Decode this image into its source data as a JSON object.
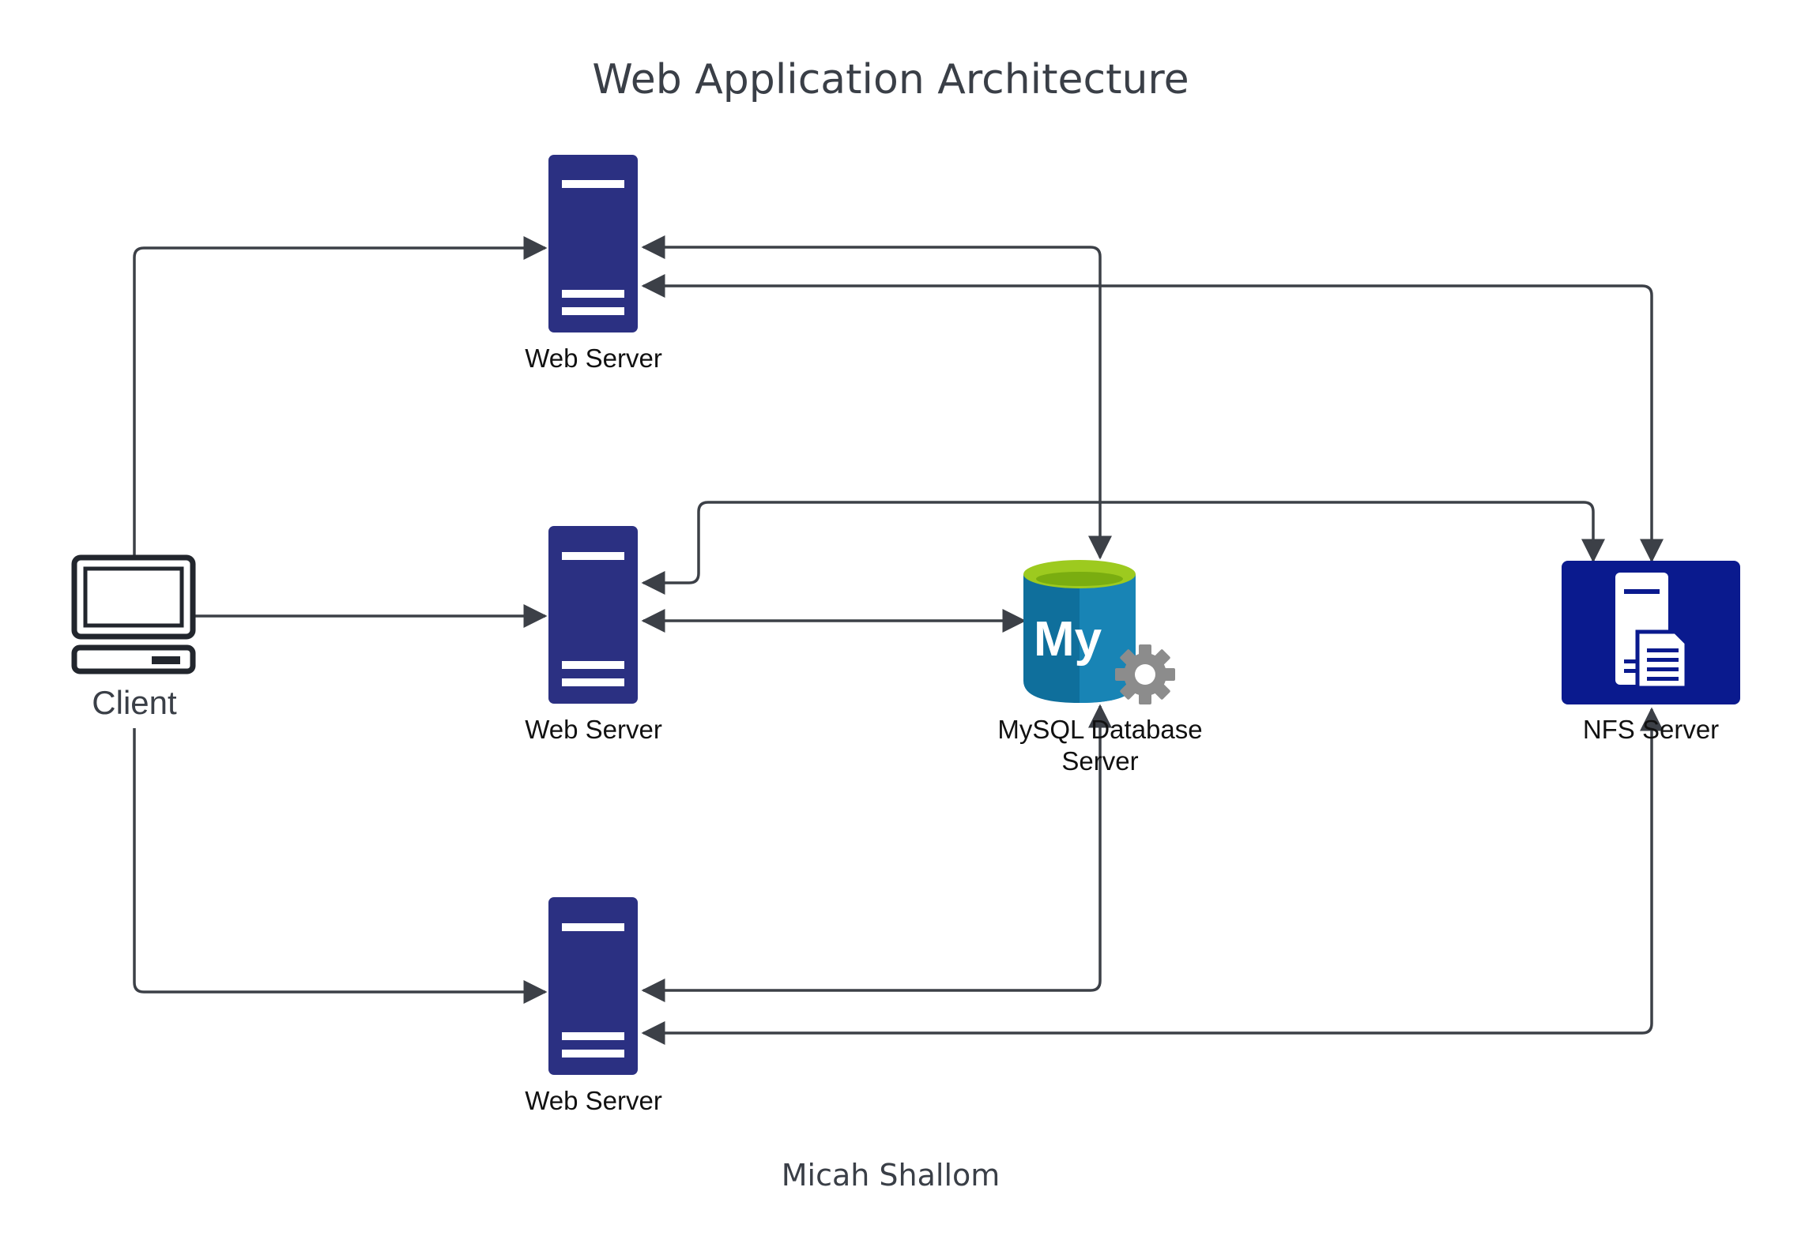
{
  "diagram": {
    "title": "Web Application Architecture",
    "author": "Micah Shallom",
    "nodes": {
      "client": {
        "label": "Client",
        "icon": "laptop-icon"
      },
      "web_server_top": {
        "label": "Web Server",
        "icon": "server-icon"
      },
      "web_server_middle": {
        "label": "Web Server",
        "icon": "server-icon"
      },
      "web_server_bottom": {
        "label": "Web Server",
        "icon": "server-icon"
      },
      "mysql": {
        "label_line1": "MySQL Database",
        "label_line2": "Server",
        "icon": "mysql-database-icon",
        "logo_text": "My"
      },
      "nfs": {
        "label": "NFS Server",
        "icon": "nfs-server-icon"
      }
    },
    "edges": [
      {
        "from": "client",
        "to": "web_server_top",
        "direction": "one-way"
      },
      {
        "from": "client",
        "to": "web_server_middle",
        "direction": "one-way"
      },
      {
        "from": "client",
        "to": "web_server_bottom",
        "direction": "one-way"
      },
      {
        "from": "web_server_top",
        "to": "mysql",
        "direction": "two-way"
      },
      {
        "from": "web_server_top",
        "to": "nfs",
        "direction": "two-way"
      },
      {
        "from": "web_server_middle",
        "to": "mysql",
        "direction": "two-way"
      },
      {
        "from": "web_server_middle",
        "to": "nfs",
        "direction": "two-way"
      },
      {
        "from": "web_server_bottom",
        "to": "mysql",
        "direction": "two-way"
      },
      {
        "from": "web_server_bottom",
        "to": "nfs",
        "direction": "two-way"
      }
    ],
    "colors": {
      "server": "#2b3082",
      "nfs_box": "#0a1a8e",
      "mysql_body": "#0f6f9c",
      "mysql_top": "#9dca1f",
      "gear": "#8c8c8c",
      "line": "#3c4047",
      "text": "#3a3f47"
    }
  }
}
